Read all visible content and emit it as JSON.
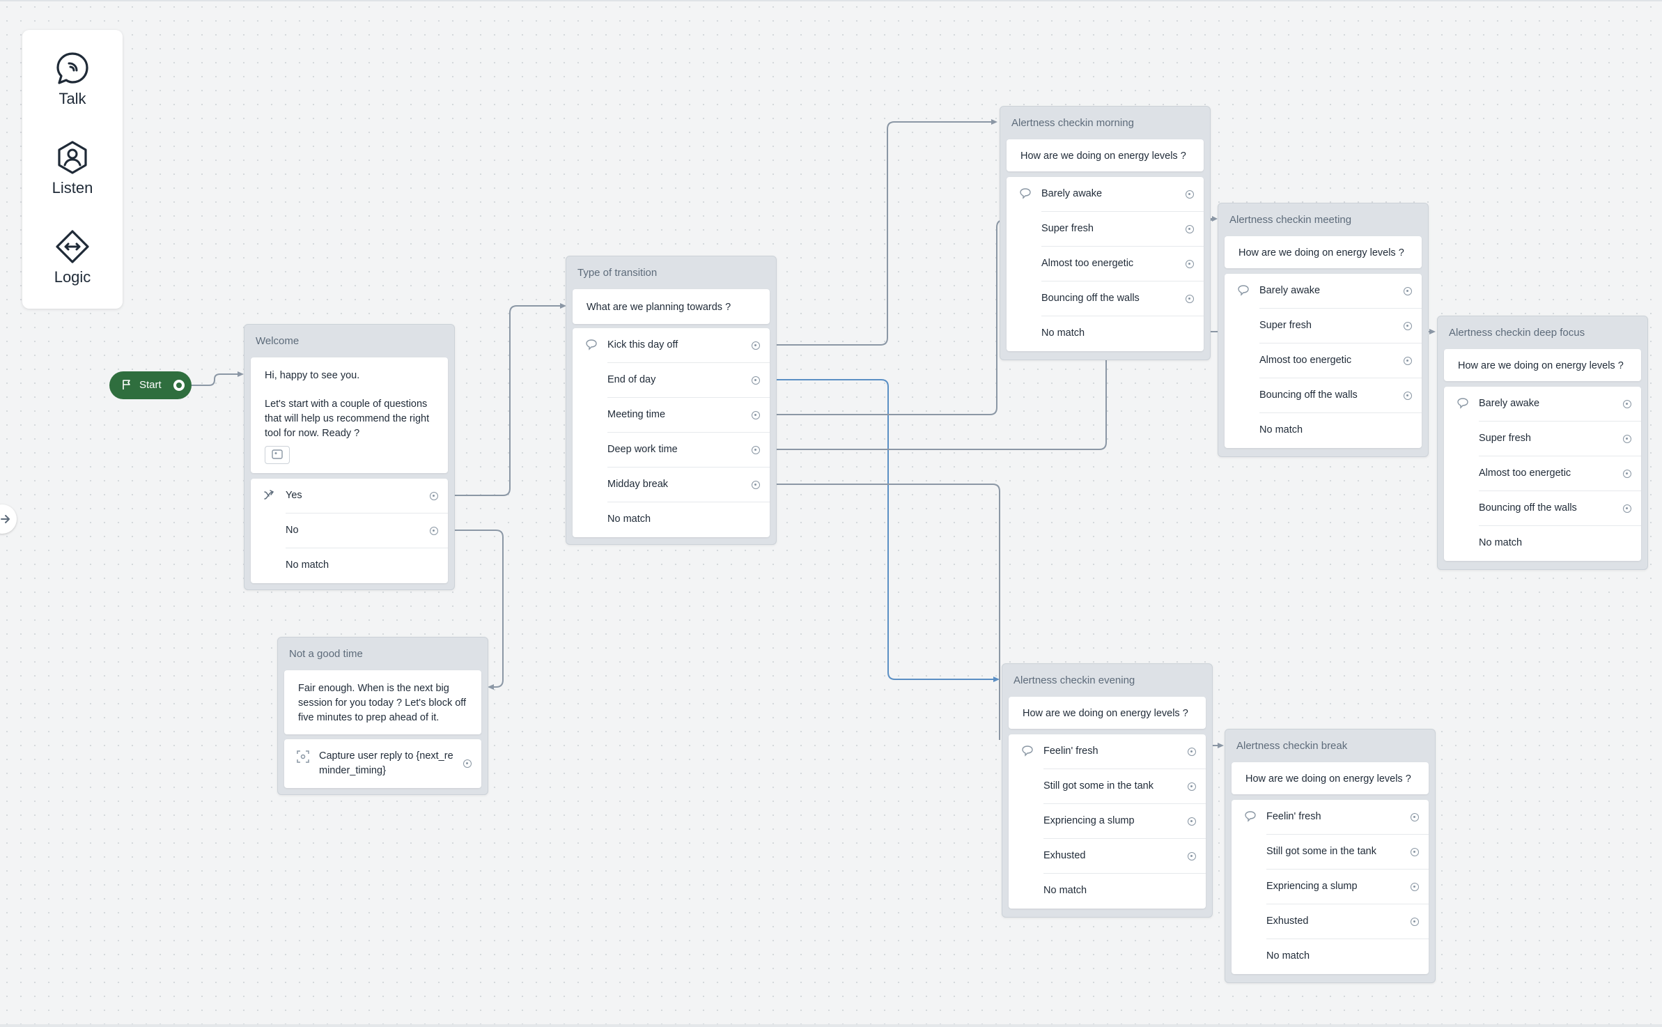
{
  "palette": {
    "talk": "Talk",
    "listen": "Listen",
    "logic": "Logic"
  },
  "start": {
    "label": "Start"
  },
  "blocks": {
    "welcome": {
      "title": "Welcome",
      "message_1": "Hi, happy to see you.",
      "message_2": "Let's start with a couple of questions that will help us recommend the right tool for now. Ready ?",
      "choices": [
        "Yes",
        "No",
        "No match"
      ]
    },
    "not_good_time": {
      "title": "Not a good time",
      "message": "Fair enough. When is the next big session for you today ? Let's block off five minutes to prep ahead of it.",
      "capture": "Capture user reply to {next_reminder_timing}"
    },
    "transition": {
      "title": "Type of transition",
      "prompt": "What are we planning towards ?",
      "choices": [
        "Kick this day off",
        "End of day",
        "Meeting time",
        "Deep work time",
        "Midday break",
        "No match"
      ]
    },
    "morning": {
      "title": "Alertness checkin morning",
      "prompt": "How are we doing on energy levels ?",
      "choices": [
        "Barely awake",
        "Super fresh",
        "Almost too energetic",
        "Bouncing off the walls",
        "No match"
      ]
    },
    "meeting": {
      "title": "Alertness checkin meeting",
      "prompt": "How are we doing on energy levels ?",
      "choices": [
        "Barely awake",
        "Super fresh",
        "Almost too energetic",
        "Bouncing off the walls",
        "No match"
      ]
    },
    "deep_focus": {
      "title": "Alertness checkin deep focus",
      "prompt": "How are we doing on energy levels ?",
      "choices": [
        "Barely awake",
        "Super fresh",
        "Almost too energetic",
        "Bouncing off the walls",
        "No match"
      ]
    },
    "evening": {
      "title": "Alertness checkin evening",
      "prompt": "How are we doing on energy levels ?",
      "choices": [
        "Feelin' fresh",
        "Still got some in the tank",
        "Expriencing a slump",
        "Exhusted",
        "No match"
      ]
    },
    "break": {
      "title": "Alertness checkin break",
      "prompt": "How are we doing on energy levels ?",
      "choices": [
        "Feelin' fresh",
        "Still got some in the tank",
        "Expriencing a slump",
        "Exhusted",
        "No match"
      ]
    }
  },
  "colors": {
    "start": "#2f6e3e",
    "edge": "#8b97a5",
    "edge_active": "#5b8fc4",
    "block_bg": "#dde1e6"
  }
}
